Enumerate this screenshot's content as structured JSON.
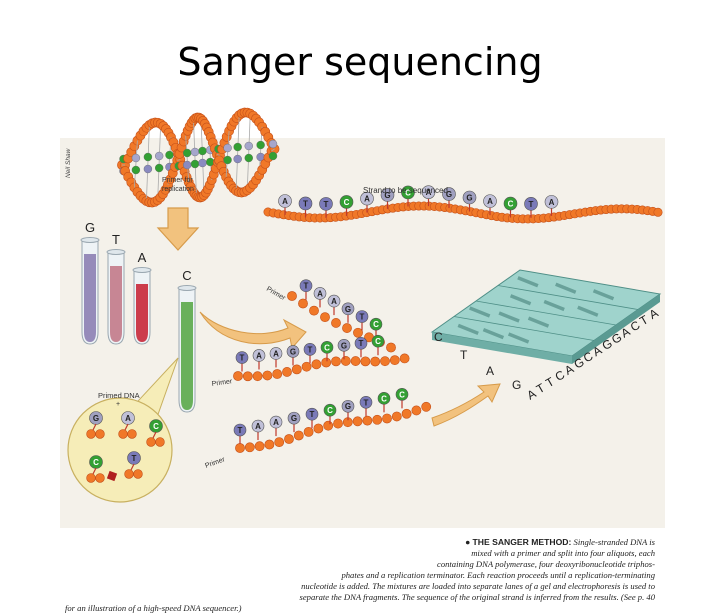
{
  "slide": {
    "title": "Sanger sequencing"
  },
  "figure": {
    "credit": "Neil Shaw",
    "labels": {
      "primer_for_replication": [
        "Primer for",
        "replication"
      ],
      "strand_to_be_sequenced": "Strand to be sequenced",
      "primer": "Primer",
      "primed_dna": "Primed DNA",
      "plus": "+"
    },
    "template_bases": [
      "A",
      "T",
      "T",
      "C",
      "A",
      "G",
      "C",
      "A",
      "G",
      "G",
      "A",
      "C",
      "T",
      "A"
    ],
    "tubes": [
      {
        "base": "G",
        "fill": "#8c7fb4"
      },
      {
        "base": "T",
        "fill": "#c27a8a"
      },
      {
        "base": "A",
        "fill": "#c8283a"
      },
      {
        "base": "C",
        "fill": "#5aa84a"
      }
    ],
    "fragments": [
      [
        "T",
        "A",
        "A",
        "G",
        "T",
        "C"
      ],
      [
        "T",
        "A",
        "A",
        "G",
        "T",
        "C",
        "G",
        "T",
        "C"
      ],
      [
        "T",
        "A",
        "A",
        "G",
        "T",
        "C",
        "G",
        "T",
        "C",
        "C"
      ]
    ],
    "gel": {
      "lanes": [
        "C",
        "T",
        "A",
        "G"
      ],
      "read_sequence": [
        "A",
        "T",
        "T",
        "C",
        "A",
        "G",
        "C",
        "A",
        "G",
        "G",
        "A",
        "C",
        "T",
        "A"
      ]
    },
    "base_colors": {
      "A": "#c0c0d8",
      "T": "#7a7ab8",
      "C": "#33a033",
      "G": "#a0a0c0",
      "dot": "#f07828",
      "terminator": "#b02020"
    },
    "caption": {
      "head": "THE SANGER METHOD:",
      "lines": [
        "Single-stranded DNA is",
        "mixed with a primer and split into four aliquots, each",
        "containing DNA polymerase, four deoxyribonucleotide triphos-",
        "phates and a replication terminator. Each reaction proceeds until a replication-terminating",
        "nucleotide is added. The mixtures are loaded into separate lanes of a gel and electrophoresis is used to",
        "separate the DNA fragments. The sequence of the original strand is inferred from the results. (See p. 40",
        "for an illustration of a high-speed DNA sequencer.)"
      ]
    }
  }
}
